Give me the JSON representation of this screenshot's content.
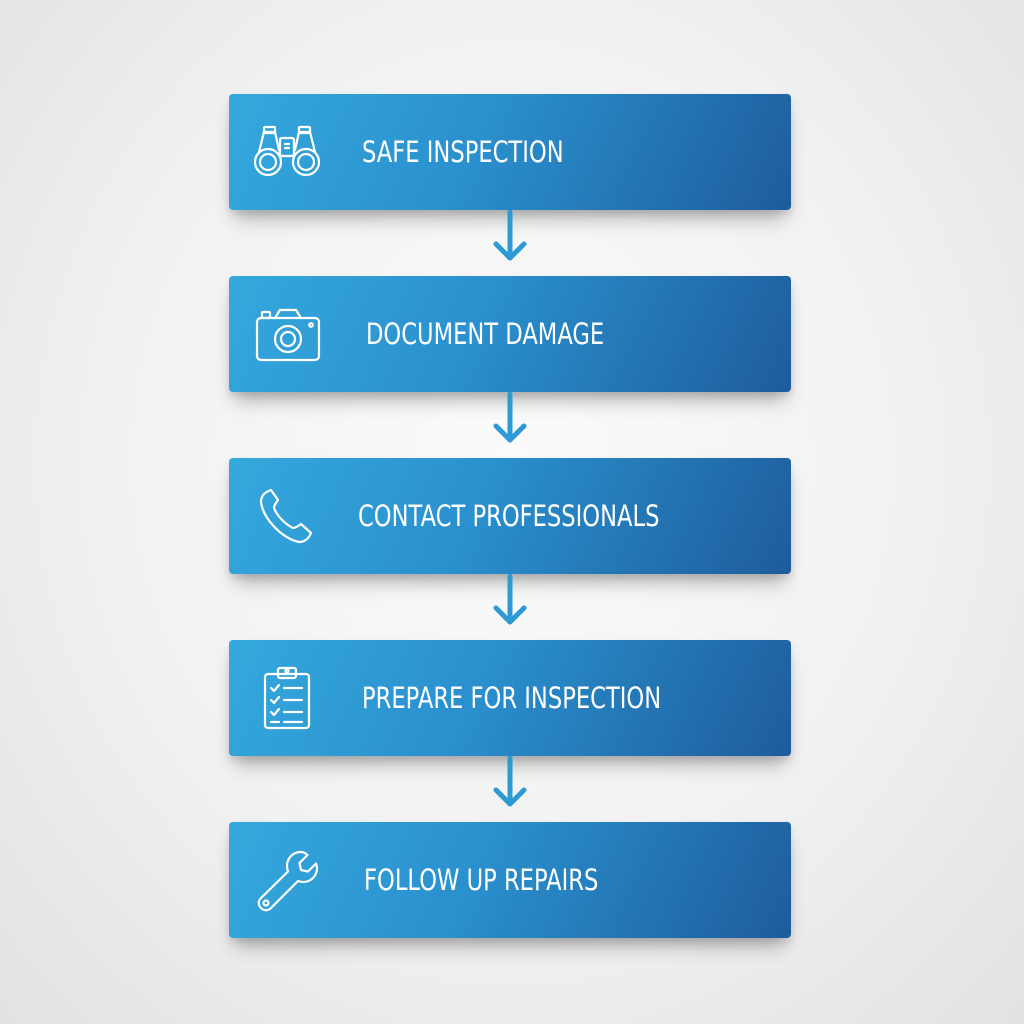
{
  "steps": [
    {
      "label": "SAFE INSPECTION",
      "icon": "binoculars-icon"
    },
    {
      "label": "DOCUMENT DAMAGE",
      "icon": "camera-icon"
    },
    {
      "label": "CONTACT PROFESSIONALS",
      "icon": "phone-icon"
    },
    {
      "label": "PREPARE FOR INSPECTION",
      "icon": "clipboard-checklist-icon"
    },
    {
      "label": "FOLLOW UP REPAIRS",
      "icon": "wrench-icon"
    }
  ],
  "colors": {
    "box_gradient_start": "#35a9de",
    "box_gradient_end": "#1e5c9c",
    "arrow": "#2d9ad6",
    "text": "#ffffff",
    "background": "#f1f1f1"
  }
}
